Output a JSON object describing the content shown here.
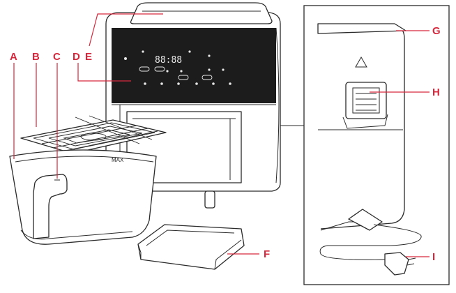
{
  "colors": {
    "accent": "#d6283c",
    "line": "#2a2a2a",
    "panel": "#1c1c1c",
    "background": "#ffffff"
  },
  "callouts": [
    {
      "id": "A",
      "label": "A",
      "part": "basket"
    },
    {
      "id": "B",
      "label": "B",
      "part": "grill-plate"
    },
    {
      "id": "C",
      "label": "C",
      "part": "basket-handle"
    },
    {
      "id": "D",
      "label": "D",
      "part": "control-panel"
    },
    {
      "id": "E",
      "label": "E",
      "part": "lid"
    },
    {
      "id": "F",
      "label": "F",
      "part": "drip-tray"
    },
    {
      "id": "G",
      "label": "G",
      "part": "lid-edge"
    },
    {
      "id": "H",
      "label": "H",
      "part": "air-outlet"
    },
    {
      "id": "I",
      "label": "I",
      "part": "power-plug"
    }
  ],
  "basket_marking": "MAX",
  "display_readout": "88:88"
}
